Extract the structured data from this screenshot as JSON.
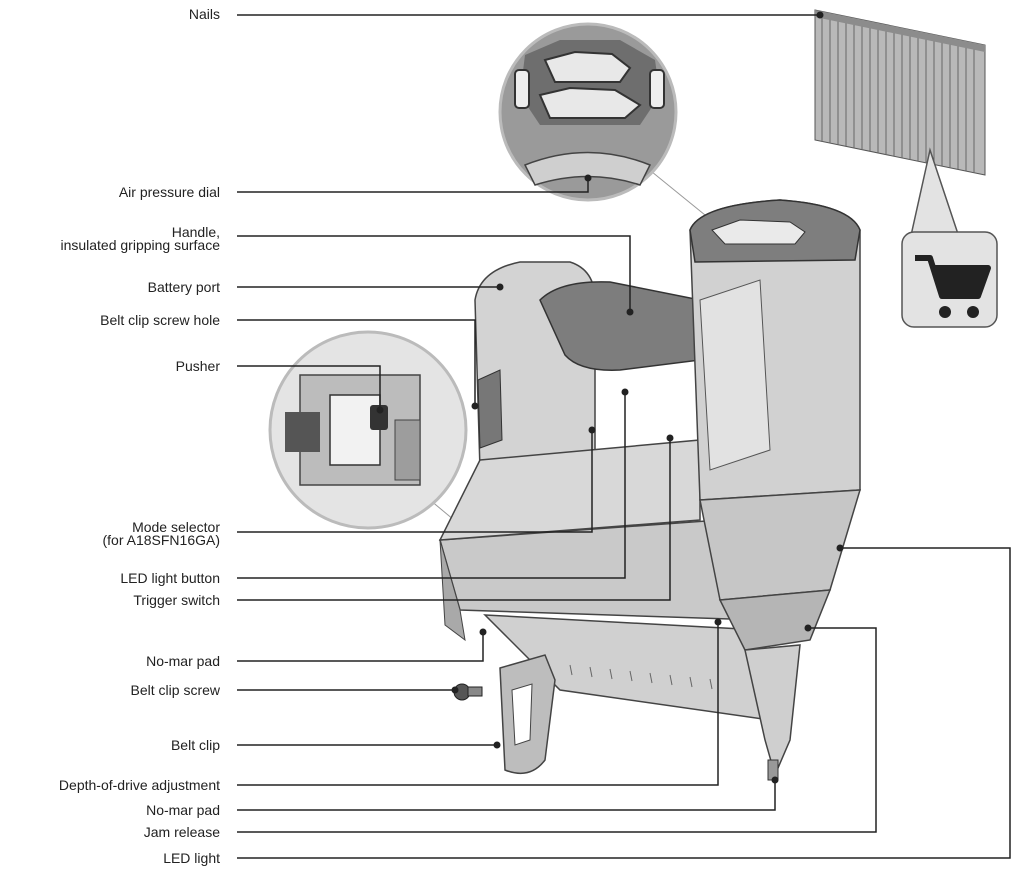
{
  "labels": {
    "nails": "Nails",
    "air_pressure_dial": "Air pressure dial",
    "handle_line1": "Handle,",
    "handle_line2": "insulated gripping surface",
    "battery_port": "Battery port",
    "belt_clip_screw_hole": "Belt clip screw hole",
    "pusher": "Pusher",
    "mode_selector_line1": "Mode selector",
    "mode_selector_line2": "(for A18SFN16GA)",
    "led_light_button": "LED light button",
    "trigger_switch": "Trigger switch",
    "no_mar_pad_upper": "No-mar pad",
    "belt_clip_screw": "Belt clip screw",
    "belt_clip": "Belt clip",
    "depth_of_drive": "Depth-of-drive adjustment",
    "no_mar_pad_lower": "No-mar pad",
    "jam_release": "Jam release",
    "led_light": "LED light"
  },
  "icons": {
    "cart": "shopping-cart-icon"
  },
  "colors": {
    "body_light": "#d6d6d6",
    "body_dark": "#7a7a7a",
    "line": "#222222",
    "badge_bg": "#e3e3e3"
  }
}
